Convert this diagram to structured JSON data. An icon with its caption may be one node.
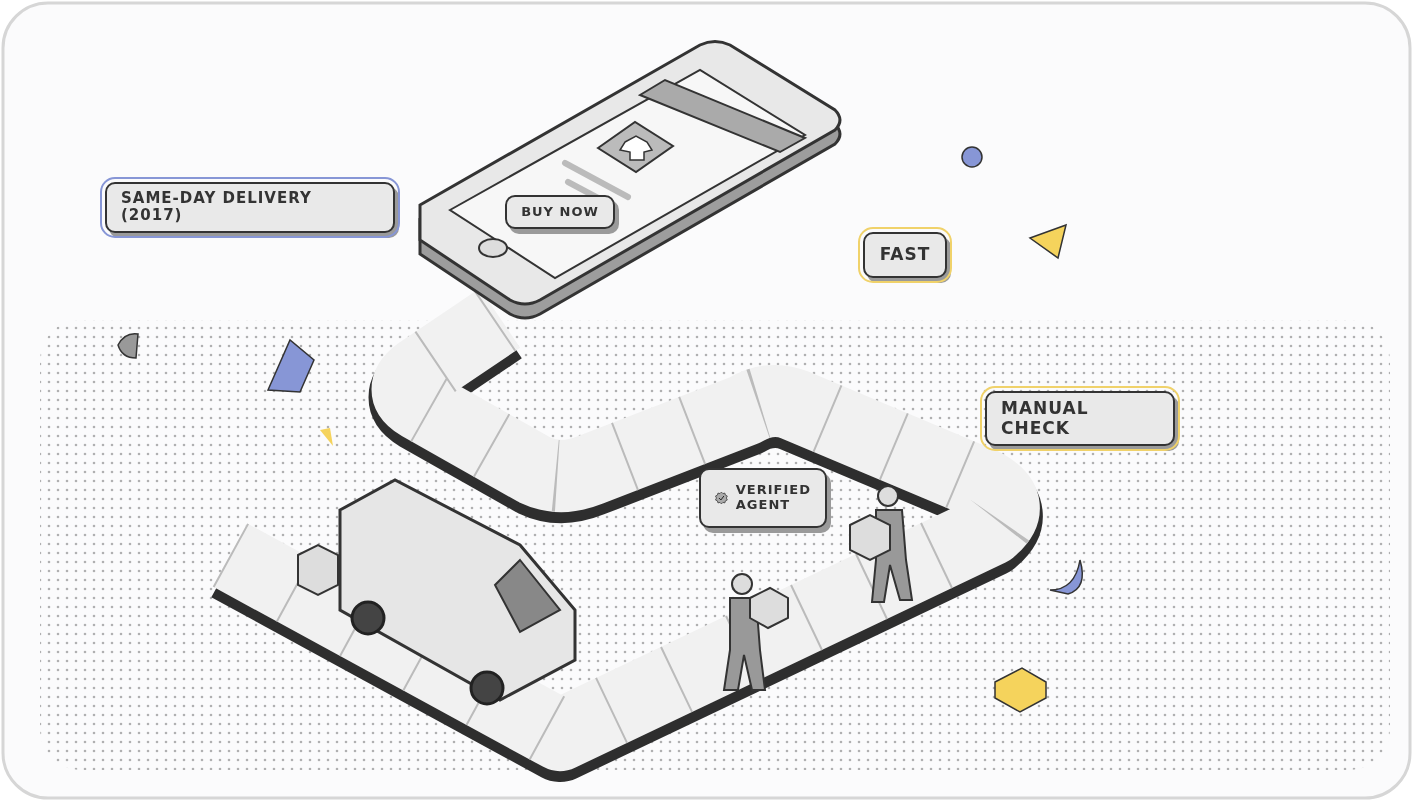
{
  "diagram": {
    "nodes": [
      {
        "text": [
          "SAME-DAY DELIVERY (2017)"
        ]
      },
      {
        "text": [
          "BUY NOW"
        ]
      },
      {
        "text": [
          "FAST"
        ]
      },
      {
        "text": [
          "MANUAL CHECK"
        ]
      },
      {
        "text": [
          "VERIFIED AGENT"
        ]
      }
    ]
  }
}
